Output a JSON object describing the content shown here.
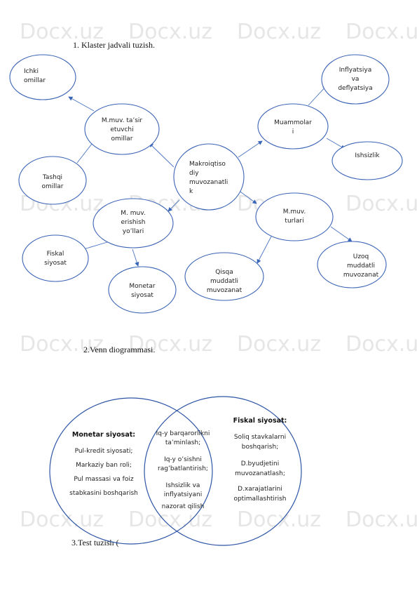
{
  "watermark": "Docx.uz",
  "heading1": "1.   Klaster jadvali tuzish.",
  "heading2": "2.Venn diogrammasi.",
  "heading3": "3.Test tuzish (",
  "cluster": {
    "center": [
      "Makroiqtiso",
      "diy",
      "muvozanatli",
      "k"
    ],
    "omillar": [
      "M.muv. ta’sir",
      "etuvchi",
      "omillar"
    ],
    "ichki": [
      "Ichki",
      "omillar"
    ],
    "tashqi": [
      "Tashqi",
      "omillar"
    ],
    "erishish": [
      "M. muv.",
      "erishish",
      "yo’llari"
    ],
    "fiskal": [
      "Fiskal",
      "siyosat"
    ],
    "monetar": [
      "Monetar",
      "siyosat"
    ],
    "muammolar": [
      "Muammolar",
      "i"
    ],
    "inflyatsiya": [
      "Inflyatsiya",
      "va",
      "deflyatsiya"
    ],
    "ishsizlik": [
      "Ishsizlik"
    ],
    "turlari": [
      "M.muv.",
      "turlari"
    ],
    "qisqa": [
      "Qisqa",
      "muddatli",
      "muvozanat"
    ],
    "uzoq": [
      "Uzoq",
      "muddatli",
      "muvozanat"
    ]
  },
  "venn": {
    "left_title": "Monetar siyosat:",
    "left_items": [
      "Pul-kredit siyosati;",
      "Markaziy ban roli;",
      "Pul massasi va foiz",
      "stabkasini boshqarish"
    ],
    "middle_items": [
      "Iq-y barqarorlikni",
      "ta’minlash;",
      "Iq-y o’sishni",
      "rag’batlantirish;",
      "Ishsizlik va",
      "inflyatsiyani",
      "nazorat qilish"
    ],
    "right_title": "Fiskal siyosat:",
    "right_items": [
      "Soliq stavkalarni",
      "boshqarish;",
      "D.byudjetini",
      "muvozanatlash;",
      "D.xarajatlarini",
      "optimallashtirish"
    ]
  }
}
